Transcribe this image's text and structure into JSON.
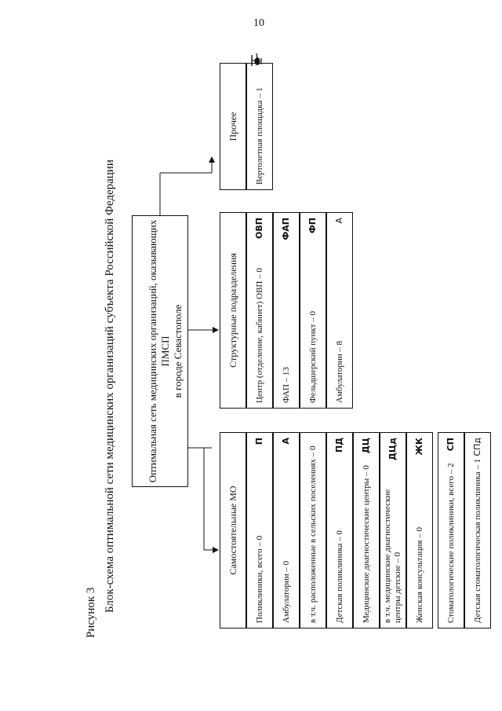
{
  "page_number": "10",
  "figure_label": "Рисунок 3",
  "title": "Блок-схема оптимальной сети медицинских организаций субъекта Российской Федерации",
  "top_box": {
    "line1": "Оптимальная сеть медицинских организаций, оказывающих ПМСП",
    "line2": "в городе Севастополе"
  },
  "columns": {
    "independent": {
      "header": "Самостоятельные МО",
      "rows": [
        {
          "label": "Поликлиники, всего – 0",
          "code": "П"
        },
        {
          "label": "Амбулатории – 0",
          "code": "А"
        },
        {
          "label": "в т.ч. расположенные в сельских поселениях – 0",
          "code": ""
        },
        {
          "label": "Детская поликлиника – 0",
          "code": "ПД"
        },
        {
          "label": "Медицинские диагностические центры – 0",
          "code": "ДЦ"
        },
        {
          "label": "в т.ч. медицинские диагностические центры детские – 0",
          "code": "ДЦд"
        },
        {
          "label": "Женская консультация – 0",
          "code": "ЖК"
        },
        {
          "label": "Стоматологические поликлиники, всего – 2",
          "code": "СП"
        },
        {
          "label": "Детская стоматологическая поликлиника – 1",
          "code": "СПд"
        }
      ]
    },
    "structural": {
      "header": "Структурные подразделения",
      "rows": [
        {
          "label": "Центр (отделение, кабинет) ОВП – 0",
          "code": "ОВП"
        },
        {
          "label": "ФАП – 13",
          "code": "ФАП"
        },
        {
          "label": "Фельдшерский пункт – 0",
          "code": "ФП"
        },
        {
          "label": "Амбулатории – 8",
          "code": "А"
        }
      ]
    },
    "other": {
      "header": "Прочее",
      "rows": [
        {
          "label": "Вертолетная площадка – 1",
          "code": "helicopter-icon"
        }
      ]
    }
  }
}
